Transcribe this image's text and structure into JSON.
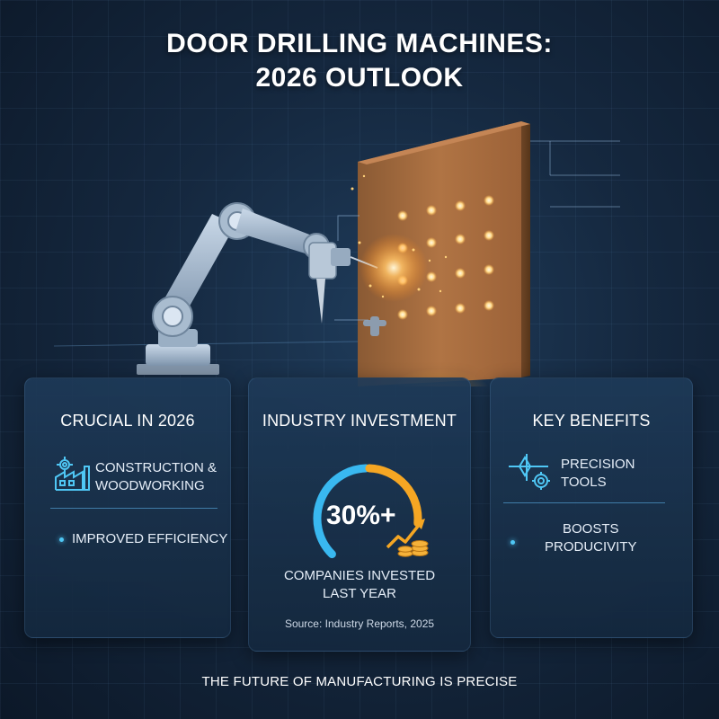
{
  "title": {
    "line1": "DOOR DRILLING MACHINES:",
    "line2": "2026 OUTLOOK"
  },
  "illustration": {
    "subject": "robotic-arm-drilling-door-panel",
    "panel_color": "#a86a3a",
    "spark_color": "#ffb347"
  },
  "cards": {
    "left": {
      "title": "CRUCIAL IN 2026",
      "feature_icon": "factory-gear-icon",
      "feature_line1": "CONSTRUCTION &",
      "feature_line2": "WOODWORKING",
      "bullet": "IMPROVED EFFICIENCY"
    },
    "middle": {
      "title": "INDUSTRY INVESTMENT",
      "value": "30%+",
      "gauge_fraction": 0.5,
      "gauge_colors": [
        "#39b8f0",
        "#f5a623"
      ],
      "trend_icon": "trend-up-coins-icon",
      "caption_line1": "COMPANIES INVESTED",
      "caption_line2": "LAST YEAR",
      "source": "Source: Industry Reports, 2025"
    },
    "right": {
      "title": "KEY BENEFITS",
      "feature_icon": "precision-tool-gear-icon",
      "feature_line1": "PRECISION",
      "feature_line2": "TOOLS",
      "bullet_line1": "BOOSTS",
      "bullet_line2": "PRODUCIVITY"
    }
  },
  "tagline": "THE FUTURE OF MANUFACTURING IS PRECISE",
  "colors": {
    "accent_blue": "#39b8f0",
    "accent_orange": "#f5a623",
    "background": "#15283f"
  }
}
